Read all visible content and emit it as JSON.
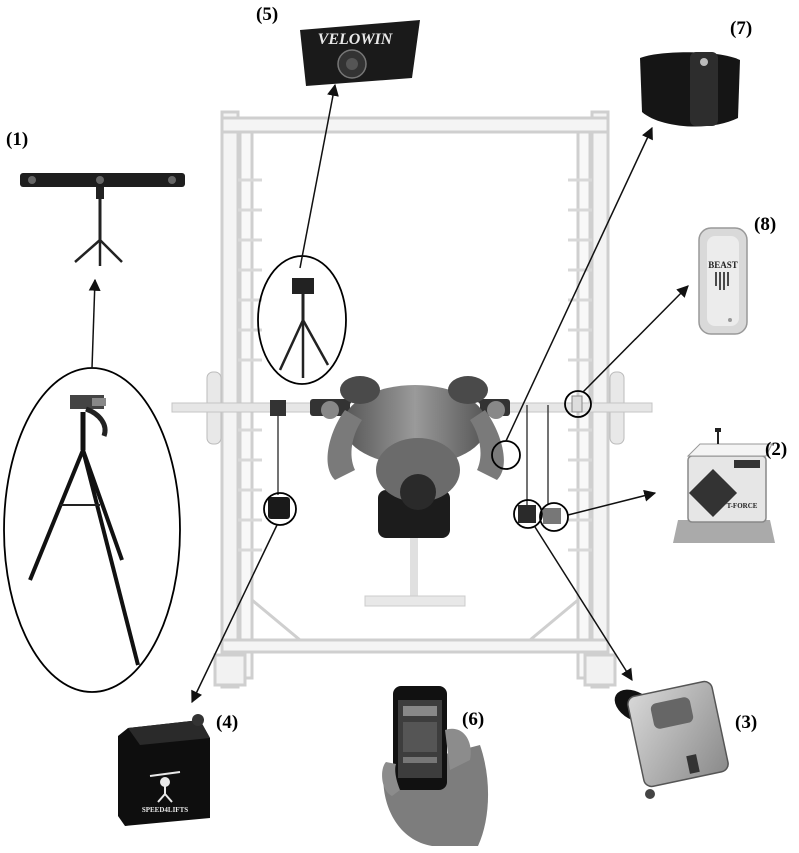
{
  "figure": {
    "labels": [
      "(1)",
      "(2)",
      "(3)",
      "(4)",
      "(5)",
      "(6)",
      "(7)",
      "(8)"
    ],
    "device_logos": {
      "velowin": "VELOWIN",
      "beast": "BEAST",
      "speed4lifts": "SPEED4LIFTS",
      "tendo": "T-FORCE"
    }
  }
}
